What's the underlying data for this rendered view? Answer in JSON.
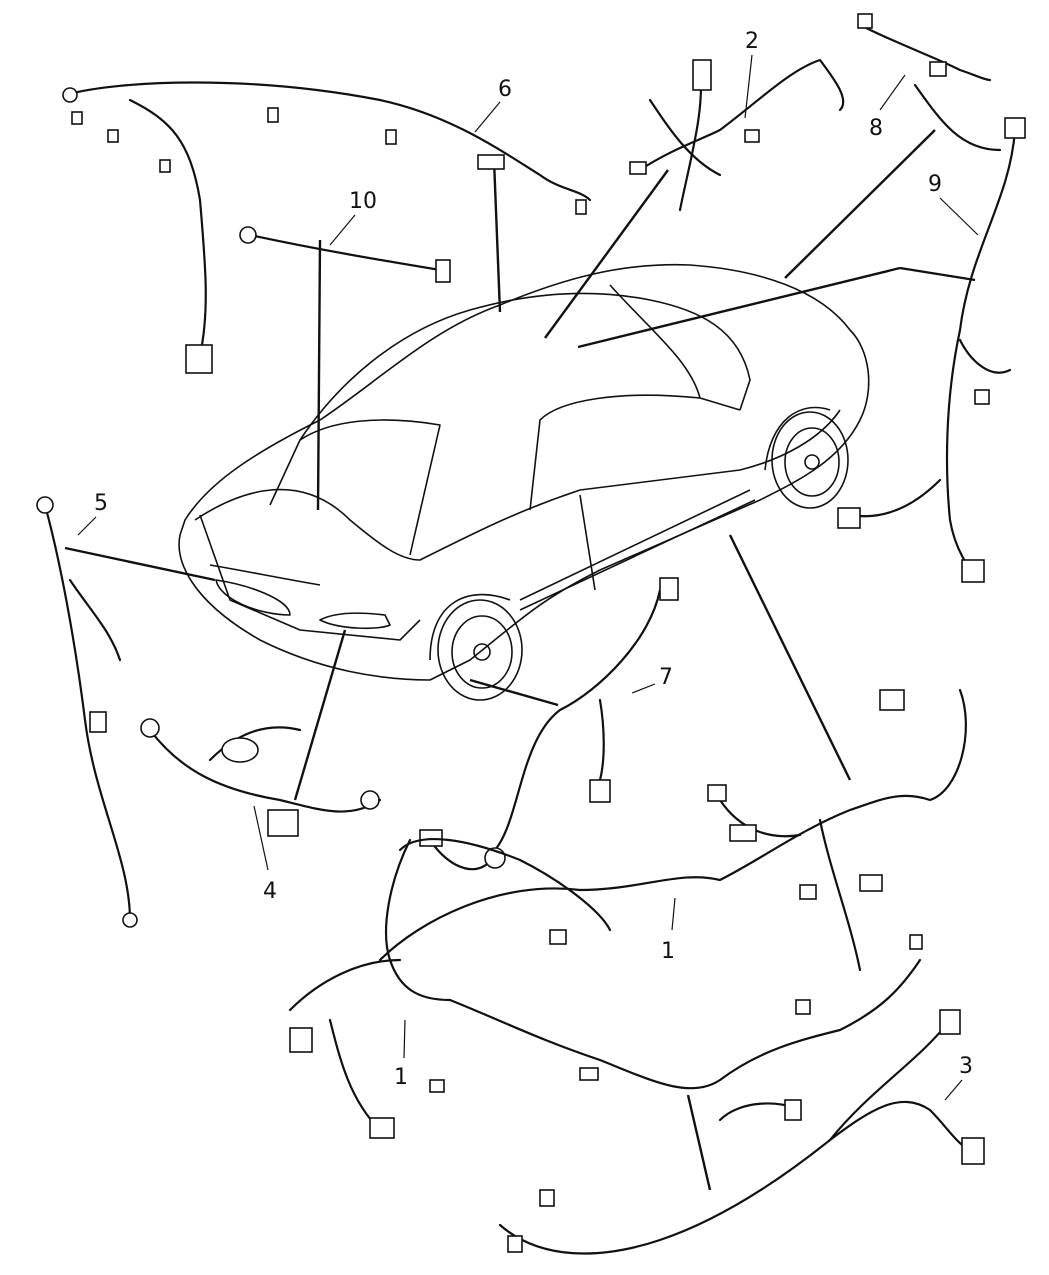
{
  "diagram": {
    "type": "parts-exploded-view",
    "callouts": [
      {
        "id": "label-2",
        "text": "2"
      },
      {
        "id": "label-6",
        "text": "6"
      },
      {
        "id": "label-8",
        "text": "8"
      },
      {
        "id": "label-9",
        "text": "9"
      },
      {
        "id": "label-10",
        "text": "10"
      },
      {
        "id": "label-5",
        "text": "5"
      },
      {
        "id": "label-7",
        "text": "7"
      },
      {
        "id": "label-4",
        "text": "4"
      },
      {
        "id": "label-1a",
        "text": "1"
      },
      {
        "id": "label-1b",
        "text": "1"
      },
      {
        "id": "label-3",
        "text": "3"
      }
    ]
  }
}
